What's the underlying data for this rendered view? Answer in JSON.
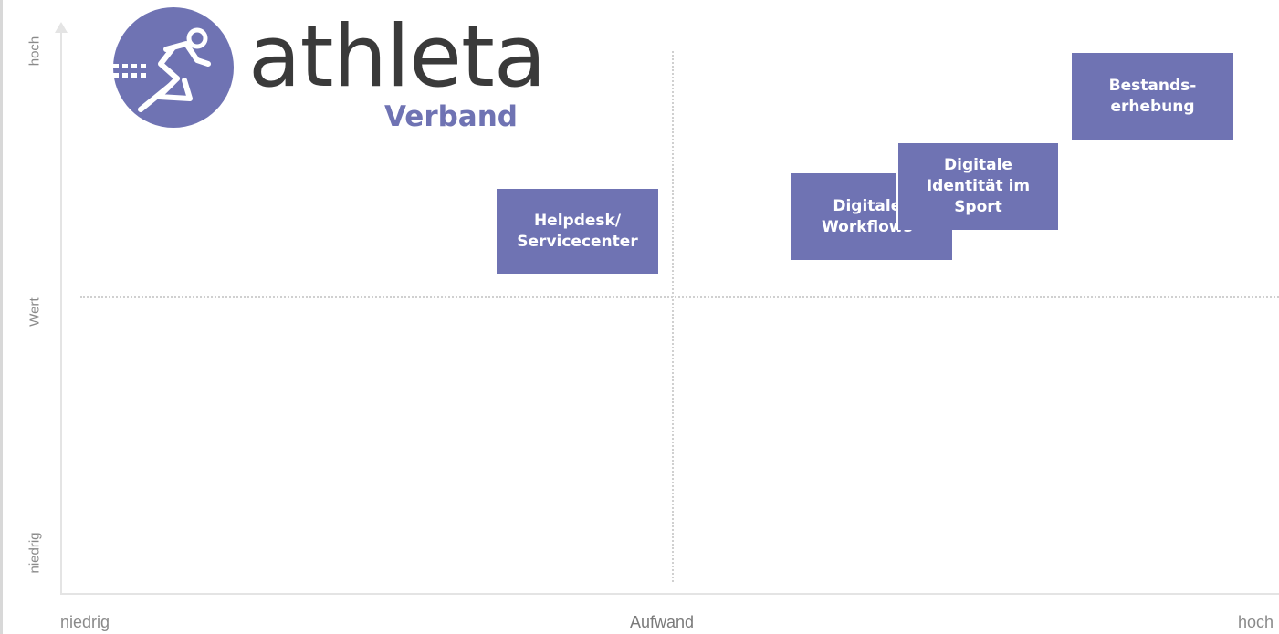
{
  "logo": {
    "brand": "athleta",
    "subtitle": "Verband",
    "icon": "runner-icon",
    "color": "#6f73b3"
  },
  "axes": {
    "y_title": "Wert",
    "y_high": "hoch",
    "y_low": "niedrig",
    "x_title": "Aufwand",
    "x_low": "niedrig",
    "x_high": "hoch"
  },
  "items": [
    {
      "label": "Helpdesk/\nServicecenter"
    },
    {
      "label": "Digitale\nWorkflows"
    },
    {
      "label": "Digitale\nIdentität im\nSport"
    },
    {
      "label": "Bestands-\nerhebung"
    }
  ],
  "colors": {
    "box": "#6f73b3",
    "axis": "#e4e4e4",
    "grid": "#d0d0d0"
  }
}
